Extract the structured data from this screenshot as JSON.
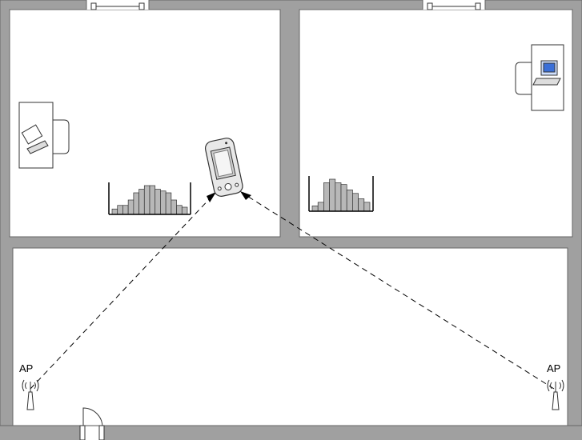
{
  "floorplan": {
    "access_points": [
      {
        "label": "AP",
        "side": "left"
      },
      {
        "label": "AP",
        "side": "right"
      }
    ],
    "rooms": [
      {
        "name": "top-left-room",
        "furniture": "desk-with-laptop",
        "signal_histogram": [
          3,
          5,
          5,
          8,
          12,
          14,
          16,
          16,
          14,
          13,
          12,
          8,
          5,
          4
        ]
      },
      {
        "name": "top-right-room",
        "furniture": "desk-with-desktop-pc",
        "signal_histogram": [
          3,
          5,
          16,
          18,
          16,
          15,
          12,
          10,
          7,
          5
        ]
      },
      {
        "name": "corridor",
        "furniture": "none"
      }
    ],
    "mobile_device": "pda-icon",
    "links": "dashed-signal-lines",
    "colors": {
      "wall": "#a0a0a0",
      "wall_edge": "#666666",
      "floor": "#ffffff",
      "histogram_bar": "#b8b8b8",
      "line": "#000000"
    }
  }
}
